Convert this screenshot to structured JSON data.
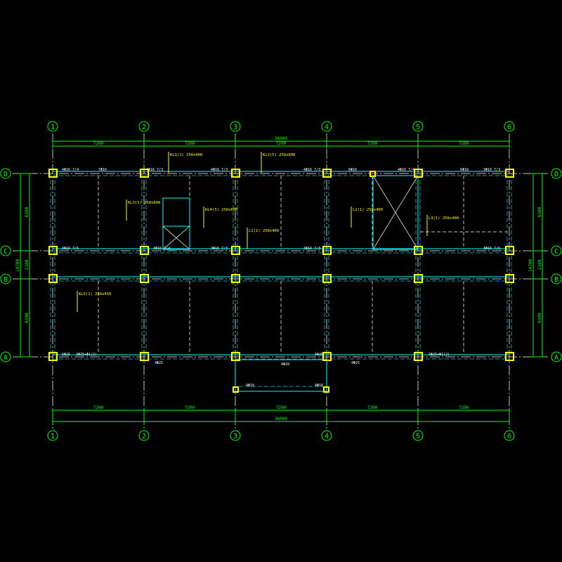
{
  "colors": {
    "background": "#000000",
    "axis": "#00ff00",
    "column": "#ffff00",
    "beam": "#00ffff",
    "beam_hidden": "#00a0a0",
    "gridline": "#c0c0c0",
    "annotation": "#ffff00",
    "rebar_text": "#ffffff"
  },
  "axes": {
    "columns": [
      "1",
      "2",
      "3",
      "4",
      "5",
      "6"
    ],
    "rows": [
      "D",
      "C",
      "B",
      "A"
    ]
  },
  "dimensions": {
    "top_spans": [
      "7200",
      "7200",
      "7200",
      "7200",
      "7200"
    ],
    "top_total": "36000",
    "bottom_spans": [
      "7200",
      "7200",
      "7200",
      "7200",
      "7200"
    ],
    "bottom_total": "36000",
    "left_spans": [
      "6300",
      "2100",
      "6300"
    ],
    "left_total": "14700",
    "right_spans": [
      "6300",
      "2100",
      "6300"
    ],
    "right_total": "14700"
  },
  "beam_labels": [
    "KL1(1) 250x400",
    "KL2(5) 250x600",
    "KL3(5) 250x600",
    "KL4(5) 250x600",
    "L1(1) 250x400",
    "L2(1) 250x400",
    "L3(1) 250x400",
    "KL5(1) 250x450"
  ],
  "rebar_labels": {
    "top": [
      "4Φ16 7/4",
      "7Φ16",
      "4Φ16 7/3",
      "4Φ16 7/3",
      "4Φ16 7/3",
      "6Φ16",
      "4Φ16 7/4",
      "6Φ16",
      "3Φ16 7/3"
    ],
    "middle": [
      "3Φ16 7/5",
      "3Φ16 7/4",
      "3Φ16 7/3",
      "3Φ16 7/3",
      "3Φ16 7/5"
    ],
    "bottom": [
      "5Φ25",
      "3Φ25+Φ1(2)",
      "4Φ25",
      "5Φ25",
      "4Φ25",
      "3Φ25+Φ1(2)"
    ],
    "cantilever": [
      "4Φ16",
      "4Φ16",
      "4Φ20"
    ]
  }
}
